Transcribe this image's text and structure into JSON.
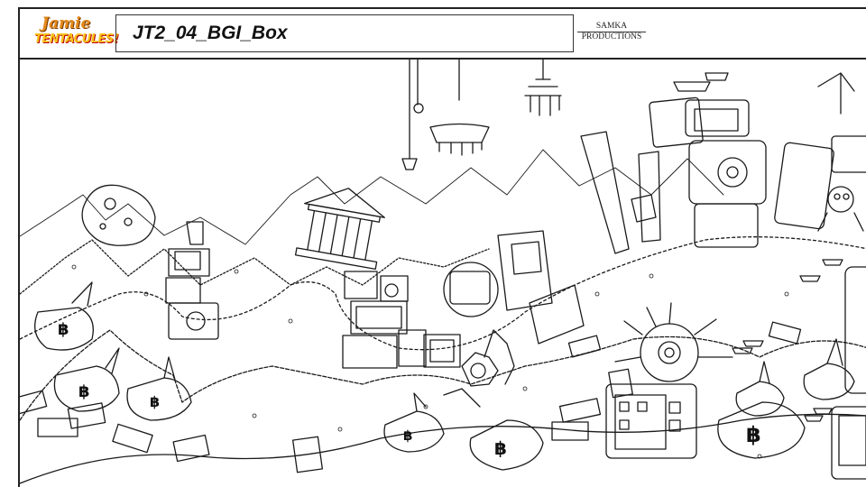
{
  "header": {
    "logo_line1": "Jamie",
    "logo_line2": "TENTACULES!",
    "title": "JT2_04_BGI_Box",
    "studio_line1": "SAMKA",
    "studio_line2": "PRODUCTIONS"
  },
  "money_symbol": "฿",
  "colors": {
    "line": "#1a1a1a",
    "logo_orange": "#e38a1a",
    "logo_yellow": "#f7c21b",
    "logo_red": "#bb0000"
  },
  "icons": [
    "chandelier-icon",
    "lamp-icon",
    "money-bag-icon",
    "banknote-icon",
    "safe-icon",
    "tv-icon",
    "spiked-mine-icon",
    "bank-temple-icon",
    "gold-bar-icon",
    "pointing-device-icon"
  ]
}
